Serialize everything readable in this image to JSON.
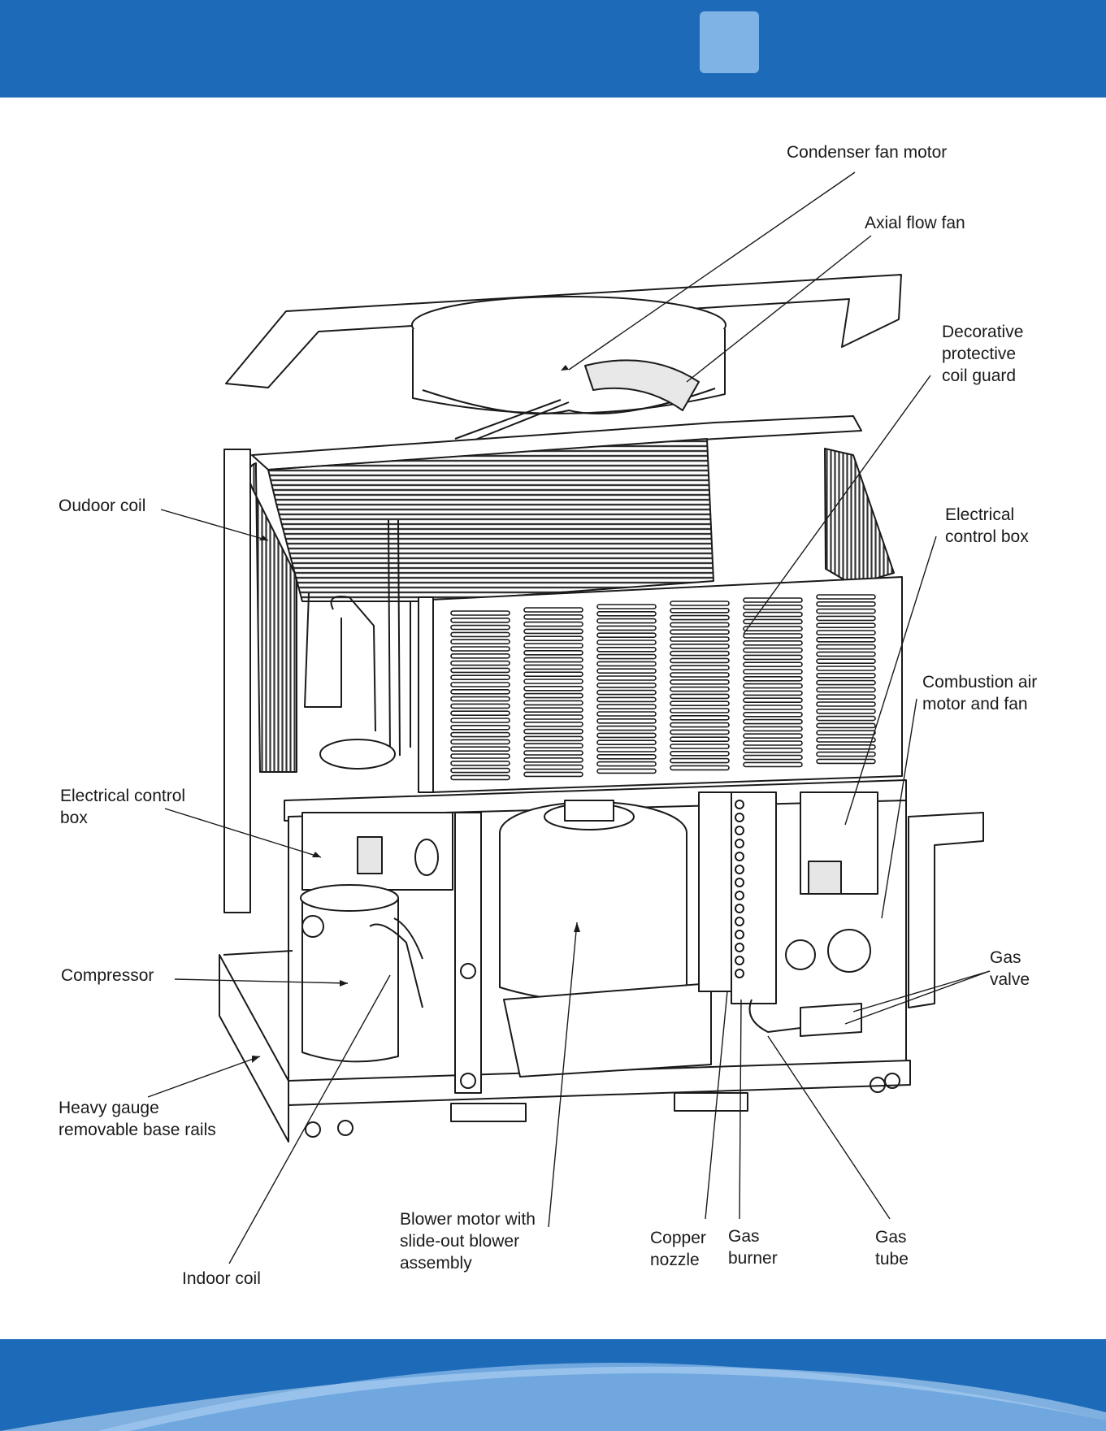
{
  "colors": {
    "header_blue": "#1d6bb8",
    "header_square": "#7fb2e5",
    "line": "#1a1a1a"
  },
  "labels": {
    "condenser_fan_motor": "Condenser fan motor",
    "axial_flow_fan": "Axial flow fan",
    "decorative_coil_guard": "Decorative\nprotective\ncoil guard",
    "outdoor_coil": "Oudoor coil",
    "electrical_control_box_right": "Electrical\ncontrol box",
    "combustion_air_motor": "Combustion air\nmotor and fan",
    "electrical_control_box_left": "Electrical control\nbox",
    "compressor": "Compressor",
    "gas_valve": "Gas\nvalve",
    "heavy_gauge_base_rails": "Heavy gauge\nremovable base rails",
    "blower_motor": "Blower motor with\nslide-out blower\nassembly",
    "copper_nozzle": "Copper\nnozzle",
    "gas_burner": "Gas\nburner",
    "gas_tube": "Gas\ntube",
    "indoor_coil": "Indoor coil"
  }
}
